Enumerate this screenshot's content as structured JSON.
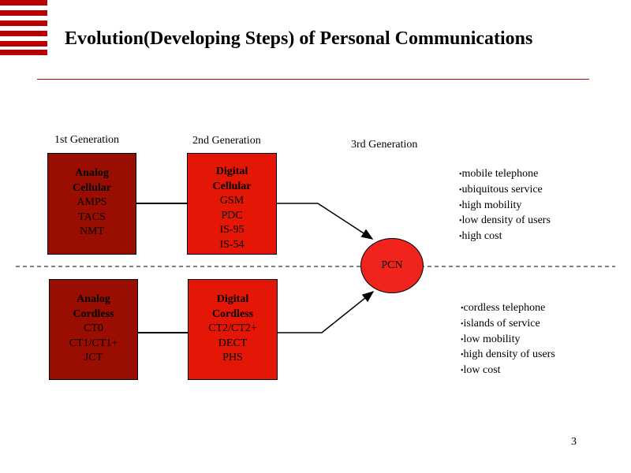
{
  "title": "Evolution(Developing Steps) of Personal Communications",
  "generations": [
    "1st Generation",
    "2nd Generation",
    "3rd Generation"
  ],
  "boxes": {
    "analog_cellular": {
      "heading": [
        "Analog",
        "Cellular"
      ],
      "items": [
        "AMPS",
        "TACS",
        "NMT"
      ]
    },
    "digital_cellular": {
      "heading": [
        "Digital",
        "Cellular"
      ],
      "items": [
        "GSM",
        "PDC",
        "IS-95",
        "IS-54"
      ]
    },
    "analog_cordless": {
      "heading": [
        "Analog",
        "Cordless"
      ],
      "items": [
        "CT0",
        "CT1/CT1+",
        "JCT"
      ]
    },
    "digital_cordless": {
      "heading": [
        "Digital",
        "Cordless"
      ],
      "items": [
        "CT2/CT2+",
        "DECT",
        "PHS"
      ]
    }
  },
  "pcn": "PCN",
  "cellular_traits": [
    "mobile telephone",
    "ubiquitous service",
    "high mobility",
    "low density of users",
    "high cost"
  ],
  "cordless_traits": [
    "cordless telephone",
    "islands of service",
    "low mobility",
    "high density of users",
    "low cost"
  ],
  "page_number": "3",
  "colors": {
    "dark_box": "#9a0e02",
    "bright_box": "#e41606",
    "accent": "#b80000"
  }
}
